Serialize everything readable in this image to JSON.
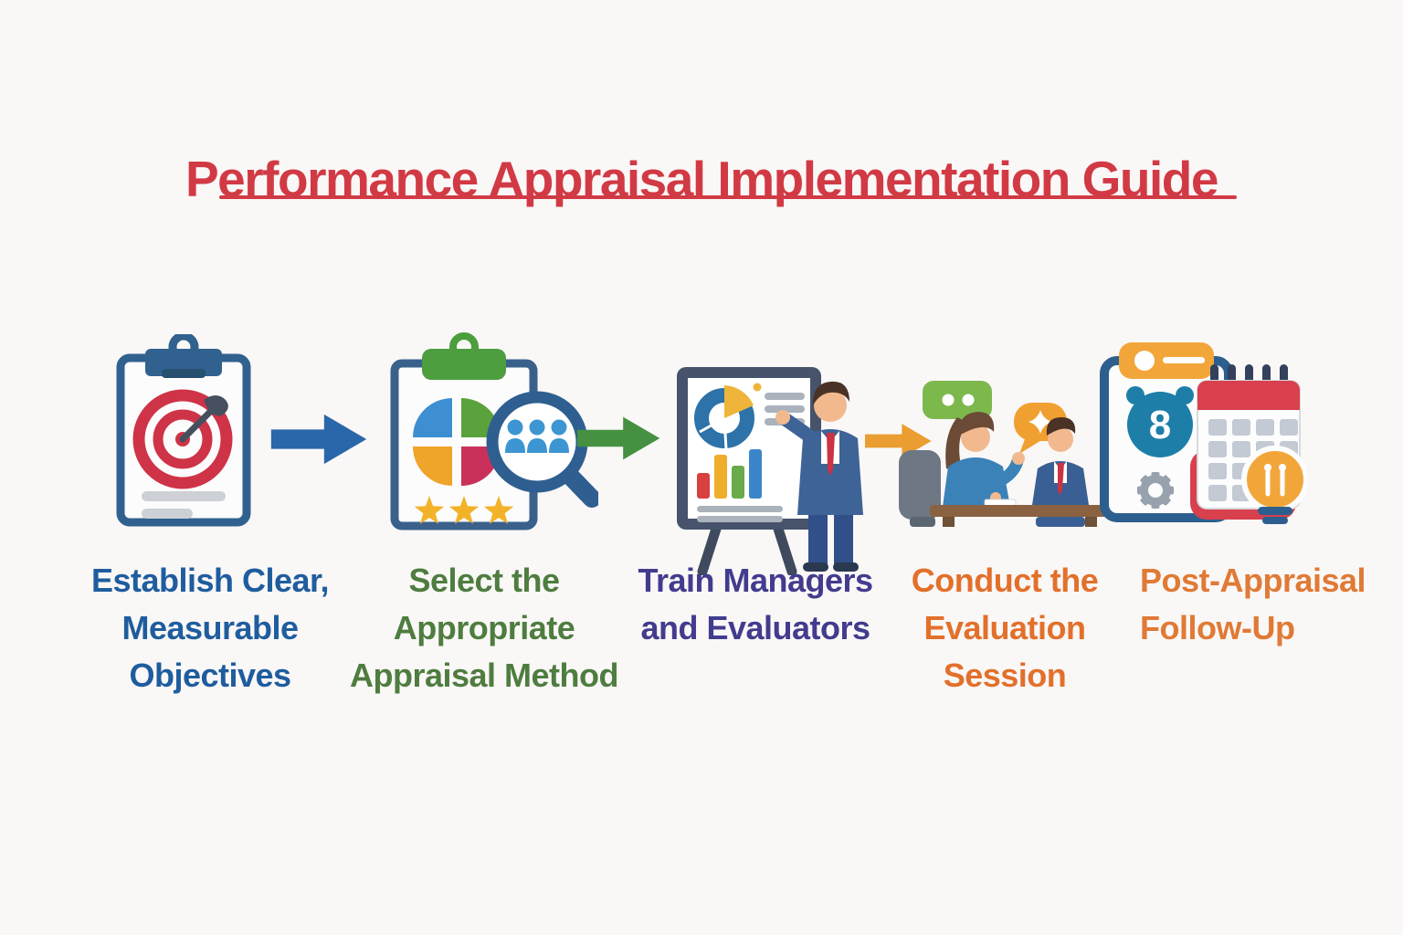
{
  "background": "#faf7f7",
  "title": {
    "text": "Performance Appraisal Implementation Guide",
    "color": "#d13a44"
  },
  "steps": [
    {
      "icon": "clipboard-target-icon",
      "color": "#1e5d9e",
      "lines": [
        "Establish Clear,",
        "Measurable",
        "Objectives"
      ]
    },
    {
      "icon": "clipboard-rating-magnifier-icon",
      "color": "#4e7d3f",
      "lines": [
        "Select the",
        "Appropriate",
        "Appraisal Method"
      ]
    },
    {
      "icon": "presenter-chart-board-icon",
      "color": "#413c8e",
      "lines": [
        "Train Managers",
        "and Evaluators"
      ]
    },
    {
      "icon": "evaluation-meeting-icon",
      "color": "#e2702b",
      "lines": [
        "Conduct the",
        "Evaluation",
        "Session"
      ]
    },
    {
      "icon": "calendar-clock-followup-icon",
      "color": "#e07a35",
      "clock_text": "8",
      "lines": [
        "Post-Appraisal",
        "Follow-Up"
      ]
    }
  ],
  "arrows": [
    {
      "name": "arrow-step1-step2",
      "color": "#2a66aa"
    },
    {
      "name": "arrow-step2-step3",
      "color": "#459141"
    },
    {
      "name": "arrow-step3-step4",
      "color": "#ea9d31"
    }
  ]
}
